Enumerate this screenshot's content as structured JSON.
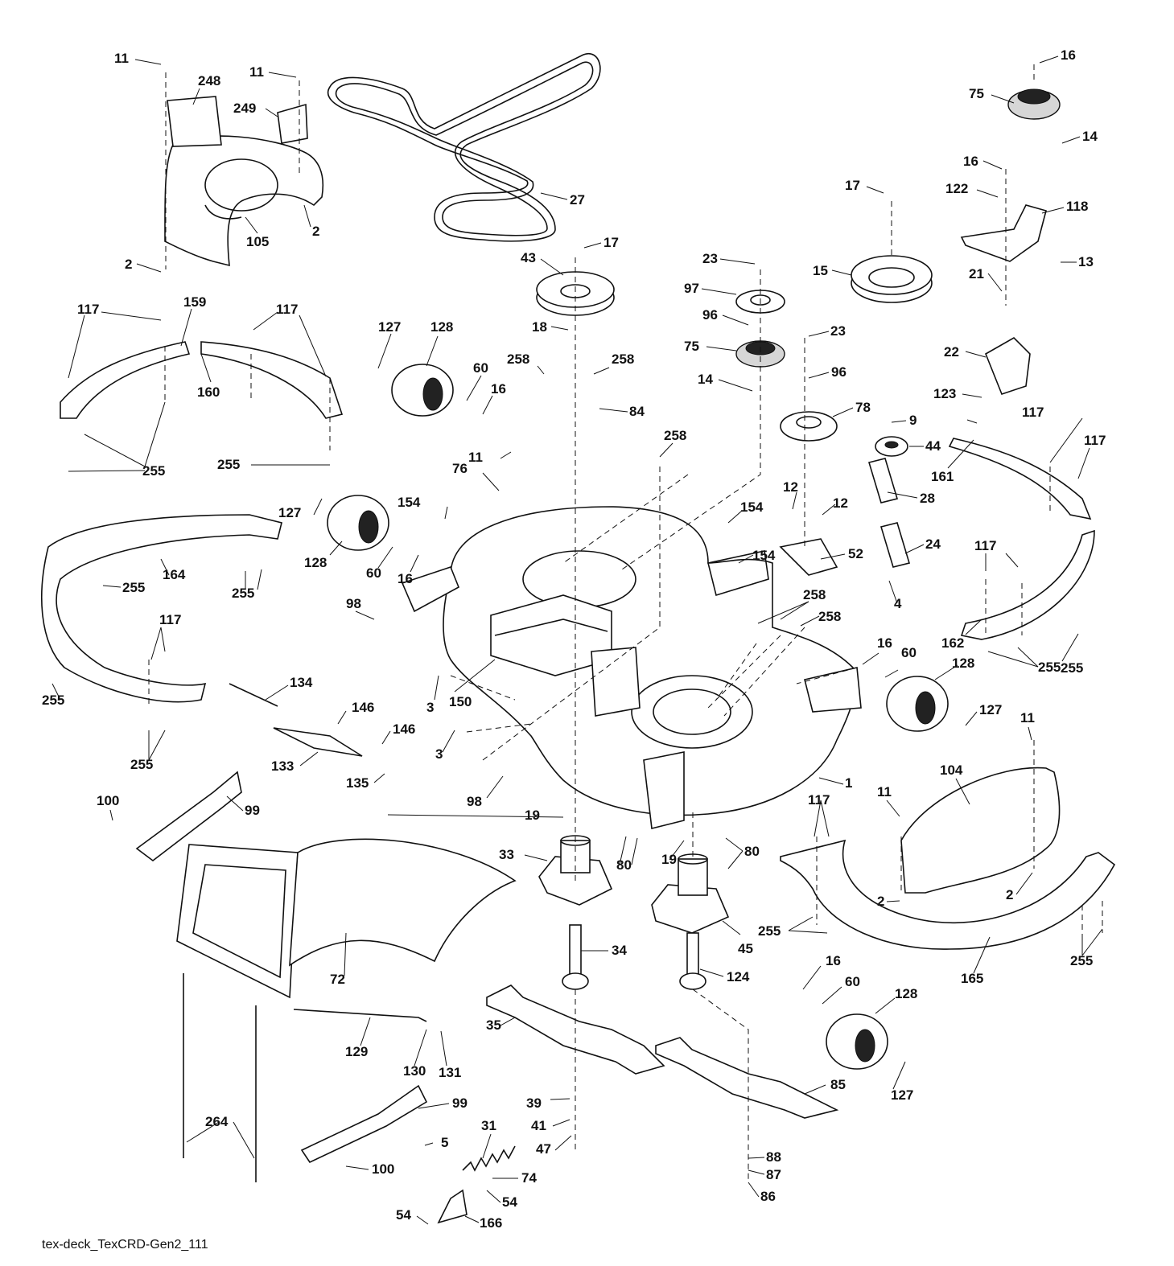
{
  "diagram": {
    "caption": "tex-deck_TexCRD-Gen2_111",
    "labels": [
      "11",
      "248",
      "11",
      "249",
      "27",
      "105",
      "2",
      "2",
      "16",
      "75",
      "14",
      "16",
      "122",
      "118",
      "13",
      "17",
      "15",
      "21",
      "22",
      "123",
      "17",
      "43",
      "18",
      "23",
      "97",
      "96",
      "75",
      "23",
      "96",
      "14",
      "78",
      "9",
      "44",
      "117",
      "159",
      "117",
      "160",
      "127",
      "128",
      "60",
      "16",
      "258",
      "258",
      "84",
      "11",
      "76",
      "258",
      "255",
      "255",
      "117",
      "161",
      "117",
      "28",
      "12",
      "12",
      "154",
      "154",
      "52",
      "24",
      "154",
      "127",
      "128",
      "60",
      "16",
      "164",
      "255",
      "255",
      "98",
      "150",
      "3",
      "258",
      "258",
      "4",
      "117",
      "162",
      "255",
      "255",
      "117",
      "255",
      "255",
      "134",
      "146",
      "146",
      "133",
      "135",
      "3",
      "98",
      "16",
      "60",
      "128",
      "127",
      "11",
      "1",
      "104",
      "11",
      "100",
      "99",
      "19",
      "33",
      "80",
      "19",
      "80",
      "117",
      "2",
      "2",
      "255",
      "255",
      "72",
      "34",
      "124",
      "45",
      "165",
      "16",
      "60",
      "128",
      "35",
      "129",
      "130",
      "131",
      "85",
      "127",
      "99",
      "39",
      "41",
      "47",
      "264",
      "31",
      "5",
      "74",
      "100",
      "88",
      "87",
      "86",
      "54",
      "54",
      "166"
    ]
  }
}
